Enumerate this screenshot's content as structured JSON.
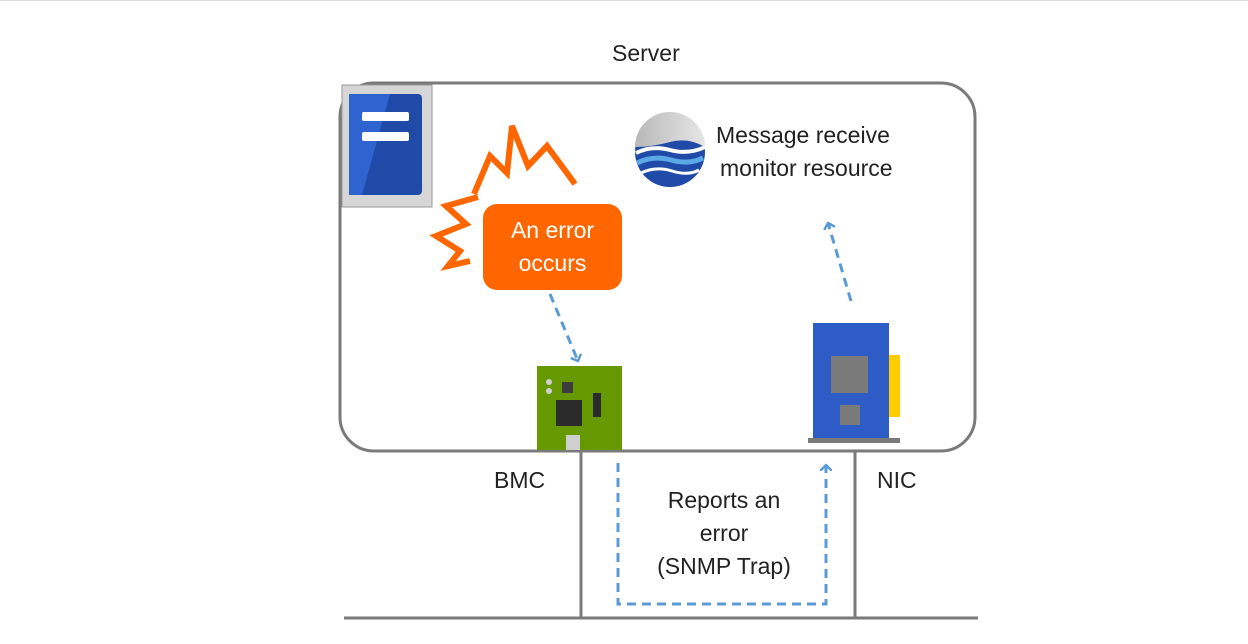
{
  "server": {
    "label": "Server"
  },
  "error_box": {
    "line1": "An error",
    "line2": "occurs"
  },
  "monitor": {
    "line1": "Message receive",
    "line2": "monitor resource"
  },
  "bmc": {
    "label": "BMC"
  },
  "nic": {
    "label": "NIC"
  },
  "report": {
    "line1": "Reports an",
    "line2": "error",
    "line3": "(SNMP Trap)"
  },
  "colors": {
    "server_border": "#7a7a7a",
    "error_fill": "#ff6600",
    "arrow": "#5b9bd5",
    "bmc_board": "#669900",
    "nic_card": "#2e5cc7",
    "server_icon": "#1f4aa8"
  },
  "icons": [
    "server-icon",
    "explosion-icon",
    "message-monitor-icon",
    "bmc-board-icon",
    "nic-card-icon"
  ]
}
